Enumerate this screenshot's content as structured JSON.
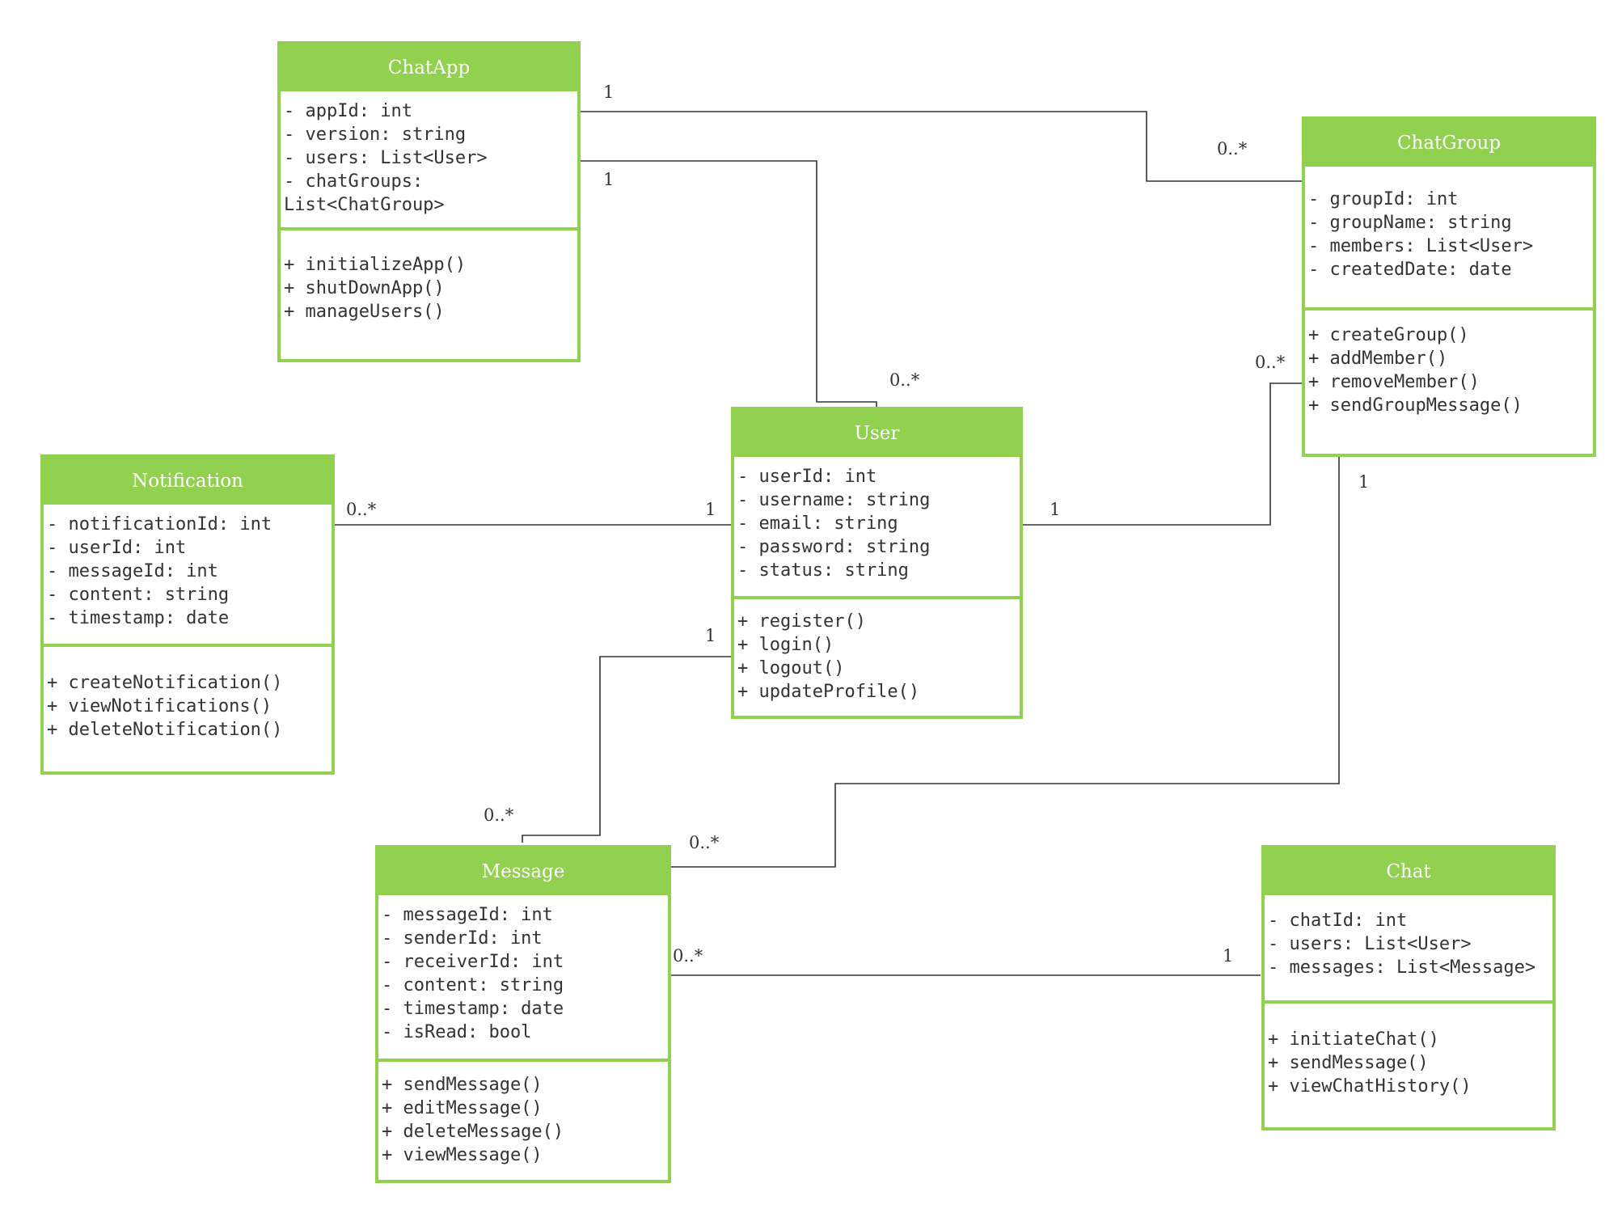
{
  "classes": {
    "chatapp": {
      "name": "ChatApp",
      "attributes": [
        "- appId: int",
        "- version: string",
        "- users: List<User>",
        "- chatGroups:",
        "List<ChatGroup>"
      ],
      "operations": [
        "+ initializeApp()",
        "+ shutDownApp()",
        "+ manageUsers()"
      ]
    },
    "chatgroup": {
      "name": "ChatGroup",
      "attributes": [
        "- groupId: int",
        "- groupName: string",
        "- members: List<User>",
        "- createdDate: date"
      ],
      "operations": [
        "+ createGroup()",
        "+ addMember()",
        "+ removeMember()",
        "+ sendGroupMessage()"
      ]
    },
    "user": {
      "name": "User",
      "attributes": [
        "- userId: int",
        "- username: string",
        "- email: string",
        "- password: string",
        "- status: string"
      ],
      "operations": [
        "+ register()",
        "+ login()",
        "+ logout()",
        "+ updateProfile()"
      ]
    },
    "notification": {
      "name": "Notification",
      "attributes": [
        "- notificationId: int",
        "- userId: int",
        "- messageId: int",
        "- content: string",
        "- timestamp: date"
      ],
      "operations": [
        "+ createNotification()",
        "+ viewNotifications()",
        "+ deleteNotification()"
      ]
    },
    "message": {
      "name": "Message",
      "attributes": [
        "- messageId: int",
        "- senderId: int",
        "- receiverId: int",
        "- content: string",
        "- timestamp: date",
        "- isRead: bool"
      ],
      "operations": [
        "+ sendMessage()",
        "+ editMessage()",
        "+ deleteMessage()",
        "+ viewMessage()"
      ]
    },
    "chat": {
      "name": "Chat",
      "attributes": [
        "- chatId: int",
        "- users: List<User>",
        "- messages: List<Message>"
      ],
      "operations": [
        "+ initiateChat()",
        "+ sendMessage()",
        "+ viewChatHistory()"
      ]
    }
  },
  "associations": [
    {
      "from": "ChatApp",
      "to": "ChatGroup",
      "from_multiplicity": "1",
      "to_multiplicity": "0..*"
    },
    {
      "from": "ChatApp",
      "to": "User",
      "from_multiplicity": "1",
      "to_multiplicity": "0..*"
    },
    {
      "from": "Notification",
      "to": "User",
      "from_multiplicity": "0..*",
      "to_multiplicity": "1"
    },
    {
      "from": "User",
      "to": "ChatGroup",
      "from_multiplicity": "1",
      "to_multiplicity": "0..*"
    },
    {
      "from": "User",
      "to": "Message",
      "from_multiplicity": "1",
      "to_multiplicity": "0..*"
    },
    {
      "from": "ChatGroup",
      "to": "Message",
      "from_multiplicity": "1",
      "to_multiplicity": "0..*"
    },
    {
      "from": "Message",
      "to": "Chat",
      "from_multiplicity": "0..*",
      "to_multiplicity": "1"
    }
  ],
  "colors": {
    "class_fill": "#92d050",
    "line": "#333333"
  }
}
